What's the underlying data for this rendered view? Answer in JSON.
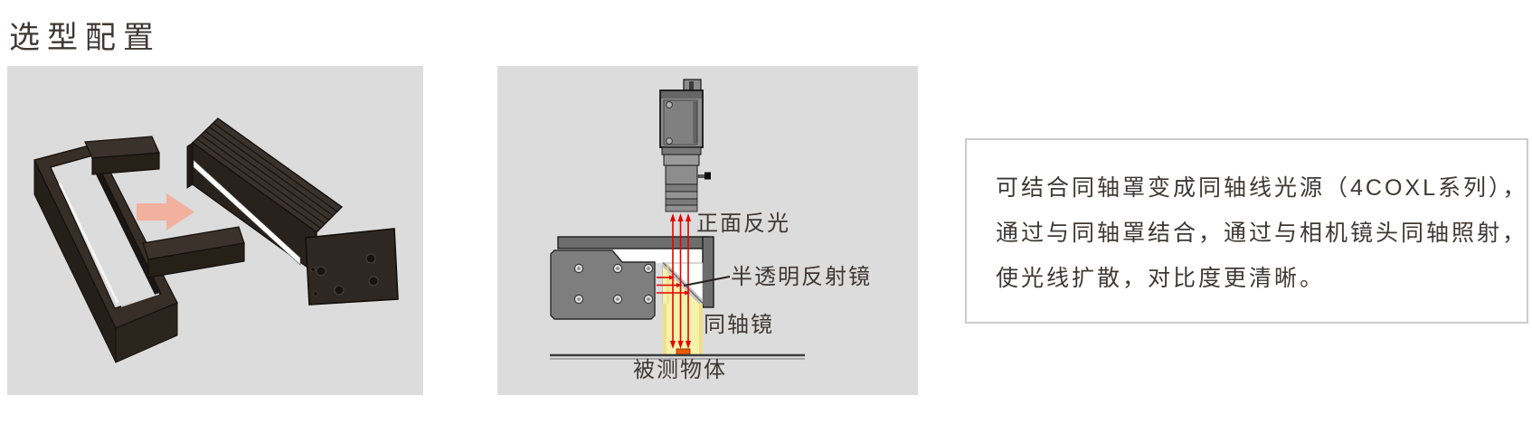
{
  "page": {
    "title": "选型配置"
  },
  "colors": {
    "panel-bg": "#dcdcdc",
    "text-dark": "#3e3835",
    "box-border": "#cbcbcb",
    "part-dark": "#362e27",
    "part-darker": "#241f19",
    "arrow-salmon": "#f2b19e",
    "ray-red": "#e60100",
    "beam-yellow": "#f6f1ab",
    "beam-edge": "#ece08a",
    "object-orange": "#ee5a00",
    "metal-gray": "#8b8b8b",
    "bracket-gray": "#7e7e7e"
  },
  "assembly_panel": {
    "left_part": "coaxial-cover",
    "right_part": "bar-light",
    "arrow_icon": "right-arrow"
  },
  "diagram_panel": {
    "labels": {
      "front_reflection": "正面反光",
      "half_mirror": "半透明反射镜",
      "coaxial_lens": "同轴镜",
      "object": "被测物体"
    }
  },
  "description_box": {
    "lines": [
      "可结合同轴罩变成同轴线光源（4COXL系列），",
      "通过与同轴罩结合，通过与相机镜头同轴照射，",
      "使光线扩散，对比度更清晰。"
    ]
  }
}
